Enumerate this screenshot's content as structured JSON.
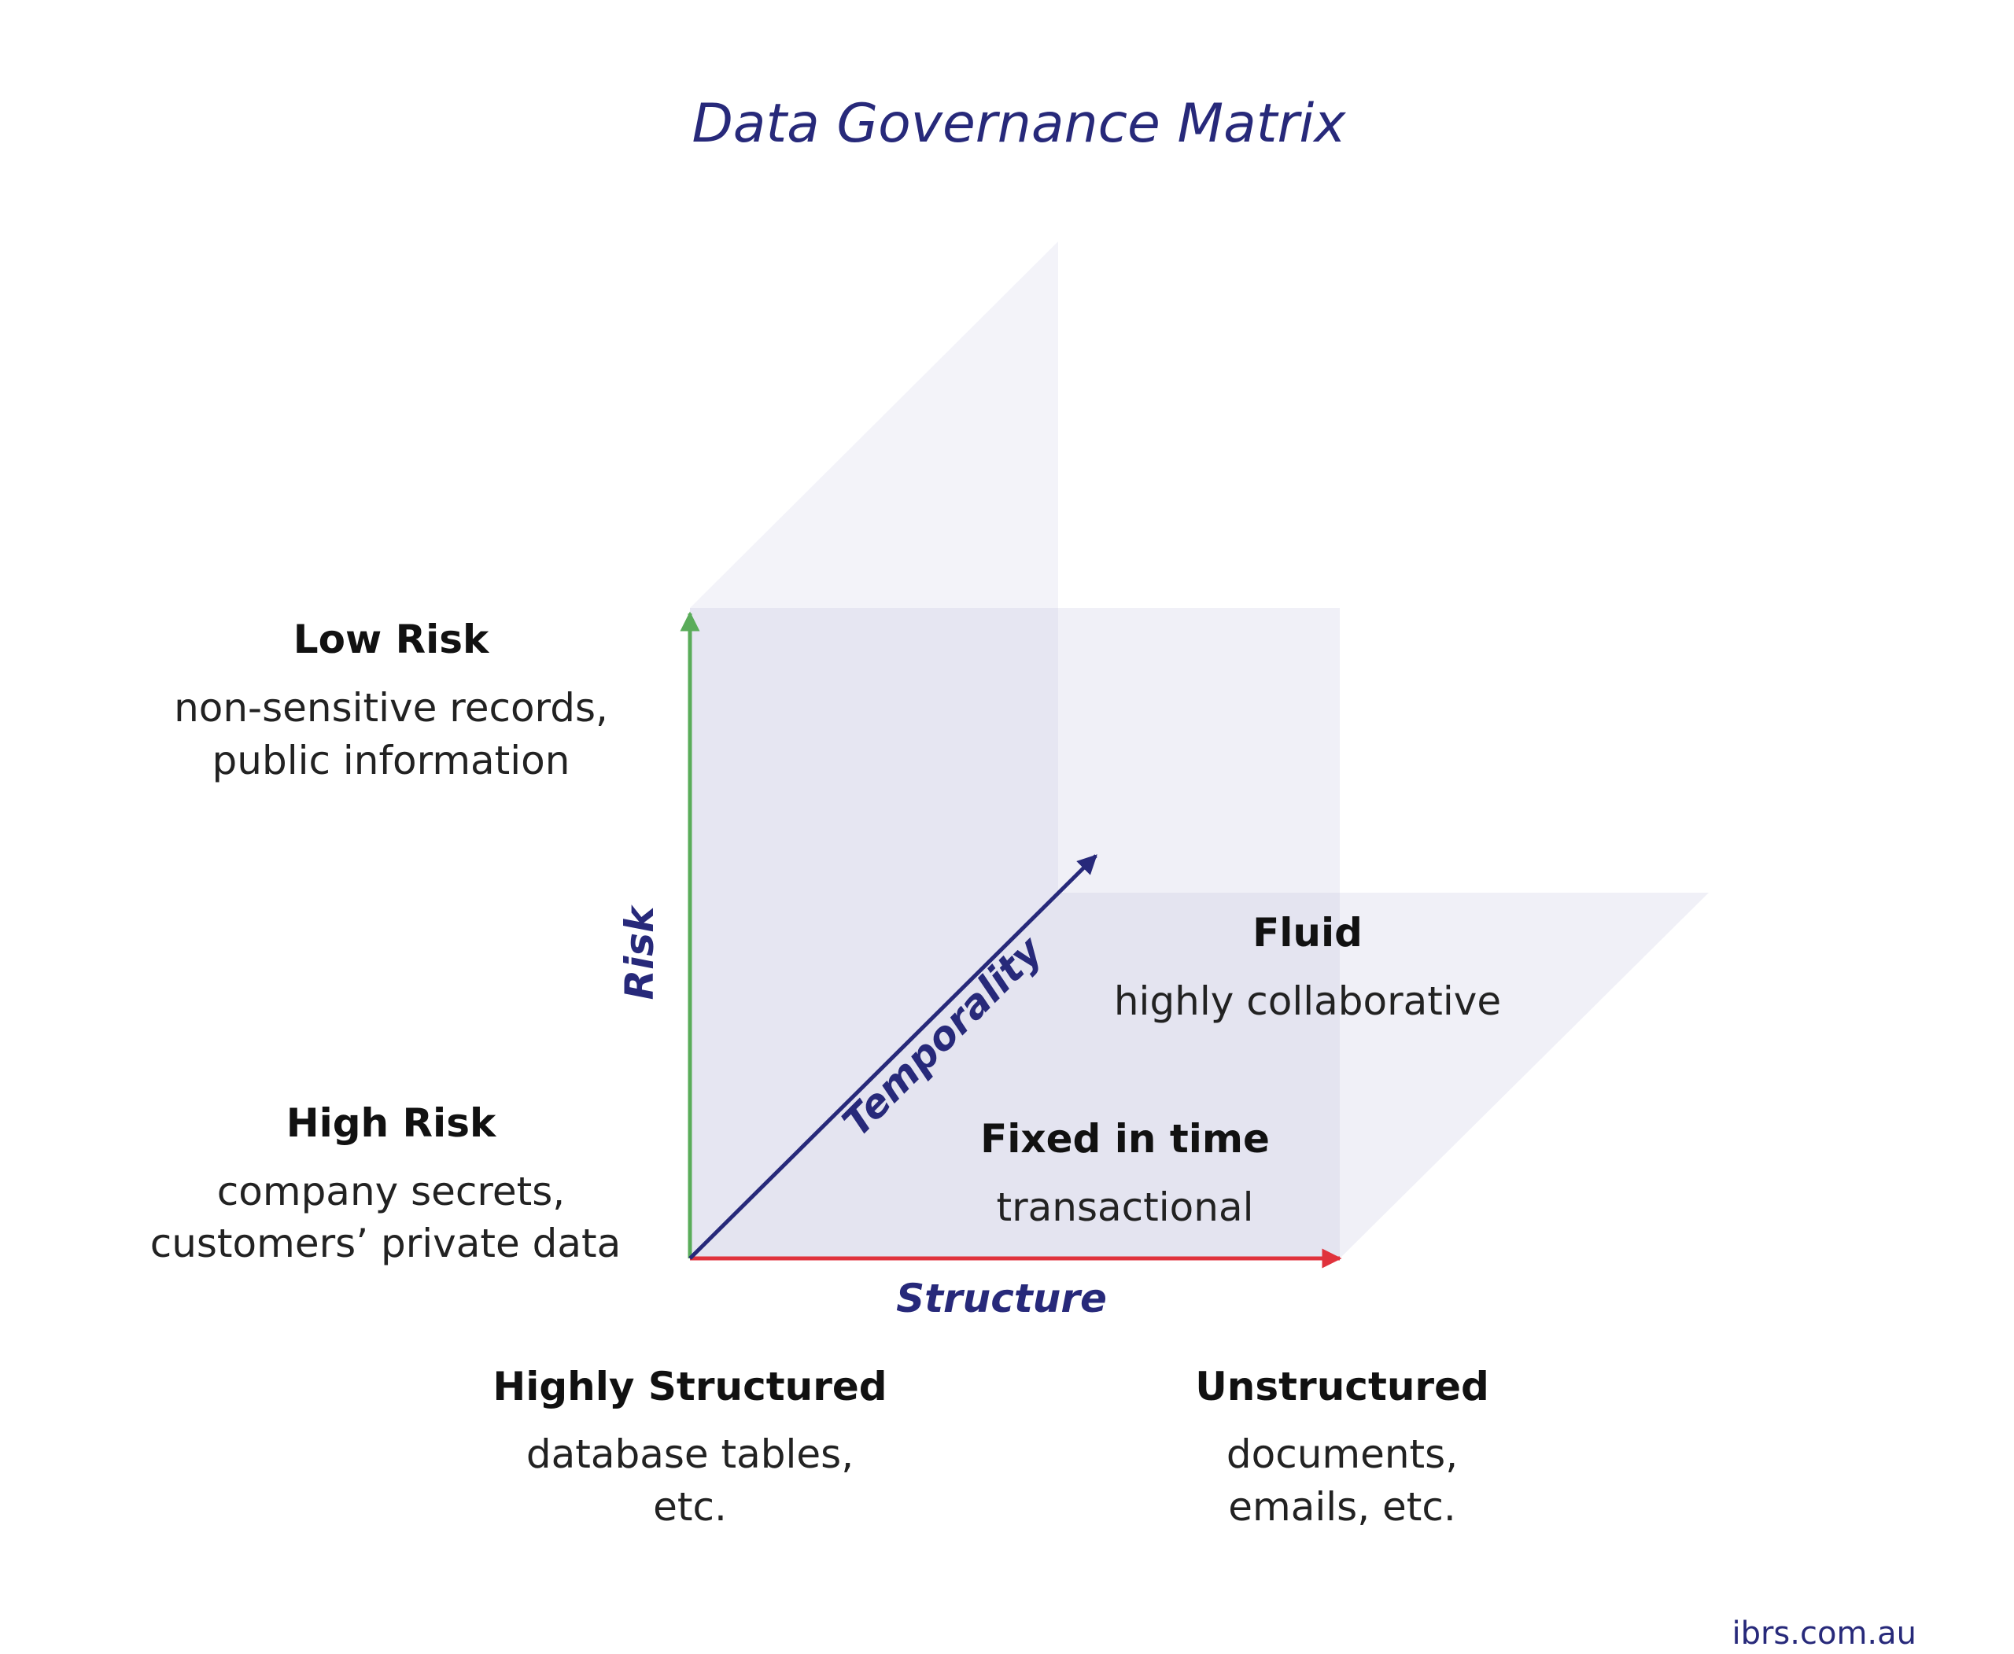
{
  "title": "Data Governance Matrix",
  "colors": {
    "title": "#27297a",
    "risk_axis": "#5aac5a",
    "structure_axis": "#e0323c",
    "temporality_axis": "#27297a",
    "plane_fill": "#bcbcdc"
  },
  "axes": {
    "risk": "Risk",
    "structure": "Structure",
    "temporality": "Temporality"
  },
  "risk_levels": {
    "low": {
      "heading": "Low Risk",
      "line1": "non-sensitive records,",
      "line2": "public information"
    },
    "high": {
      "heading": "High Risk",
      "line1": "company secrets,",
      "line2": "customers’ private data"
    }
  },
  "structure_levels": {
    "highly_structured": {
      "heading": "Highly Structured",
      "line1": "database tables,",
      "line2": "etc."
    },
    "unstructured": {
      "heading": "Unstructured",
      "line1": "documents,",
      "line2": "emails, etc."
    }
  },
  "temporality_levels": {
    "fluid": {
      "heading": "Fluid",
      "line1": "highly collaborative"
    },
    "fixed": {
      "heading": "Fixed in time",
      "line1": "transactional"
    }
  },
  "source": "ibrs.com.au"
}
